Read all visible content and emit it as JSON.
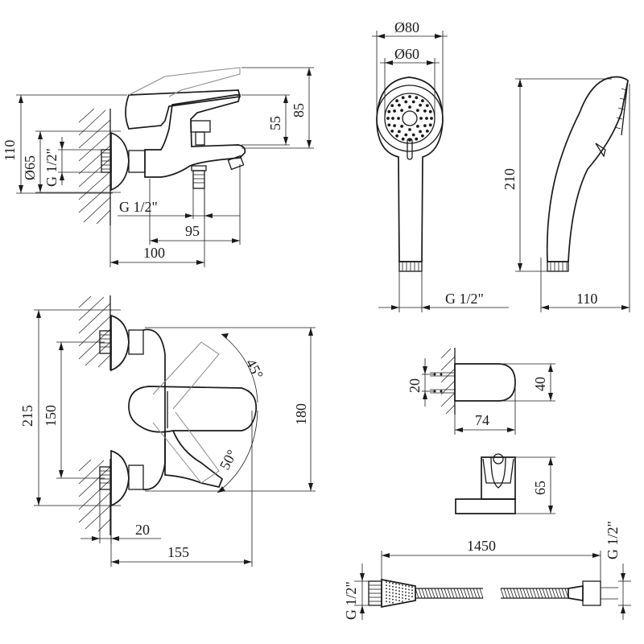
{
  "drawing": {
    "side_view": {
      "dim_110": "110",
      "dim_65": "Ø65",
      "dim_g_left": "G 1/2\"",
      "dim_55": "55",
      "dim_85": "85",
      "dim_g_bottom": "G 1/2\"",
      "dim_95": "95",
      "dim_100": "100"
    },
    "hand_shower": {
      "dim_80": "Ø80",
      "dim_60": "Ø60",
      "dim_g": "G 1/2\"",
      "dim_210": "210",
      "dim_110": "110"
    },
    "front_view": {
      "dim_215": "215",
      "dim_150": "150",
      "dim_180": "180",
      "angle_45": "45°",
      "angle_50": "50°",
      "dim_20": "20",
      "dim_155": "155"
    },
    "wall_holder": {
      "dim_20": "20",
      "dim_40": "40",
      "dim_74": "74",
      "dim_65": "65"
    },
    "hose": {
      "dim_1450": "1450",
      "dim_g_left": "G 1/2\"",
      "dim_g_right": "G 1/2\""
    }
  }
}
